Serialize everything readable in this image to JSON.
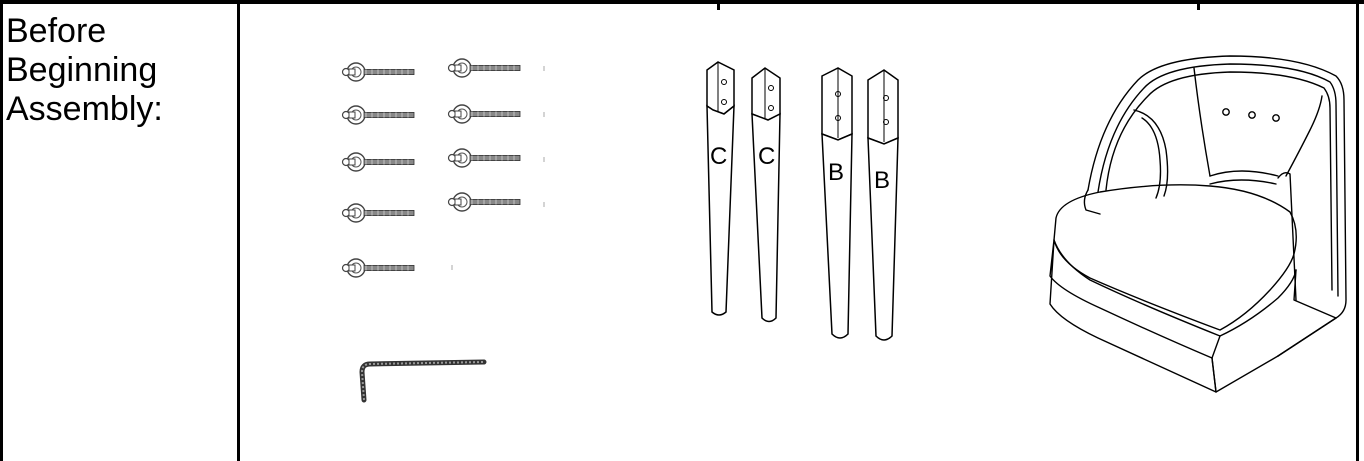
{
  "section": {
    "label_lines": [
      "Before",
      "Beginning",
      "Assembly:"
    ]
  },
  "parts": {
    "legs": [
      {
        "letter": "C"
      },
      {
        "letter": "C"
      },
      {
        "letter": "B"
      },
      {
        "letter": "B"
      }
    ]
  },
  "icons": {
    "bolts": "bolt-with-washer-icon",
    "allen_key": "allen-key-icon",
    "chair": "armchair-icon"
  }
}
